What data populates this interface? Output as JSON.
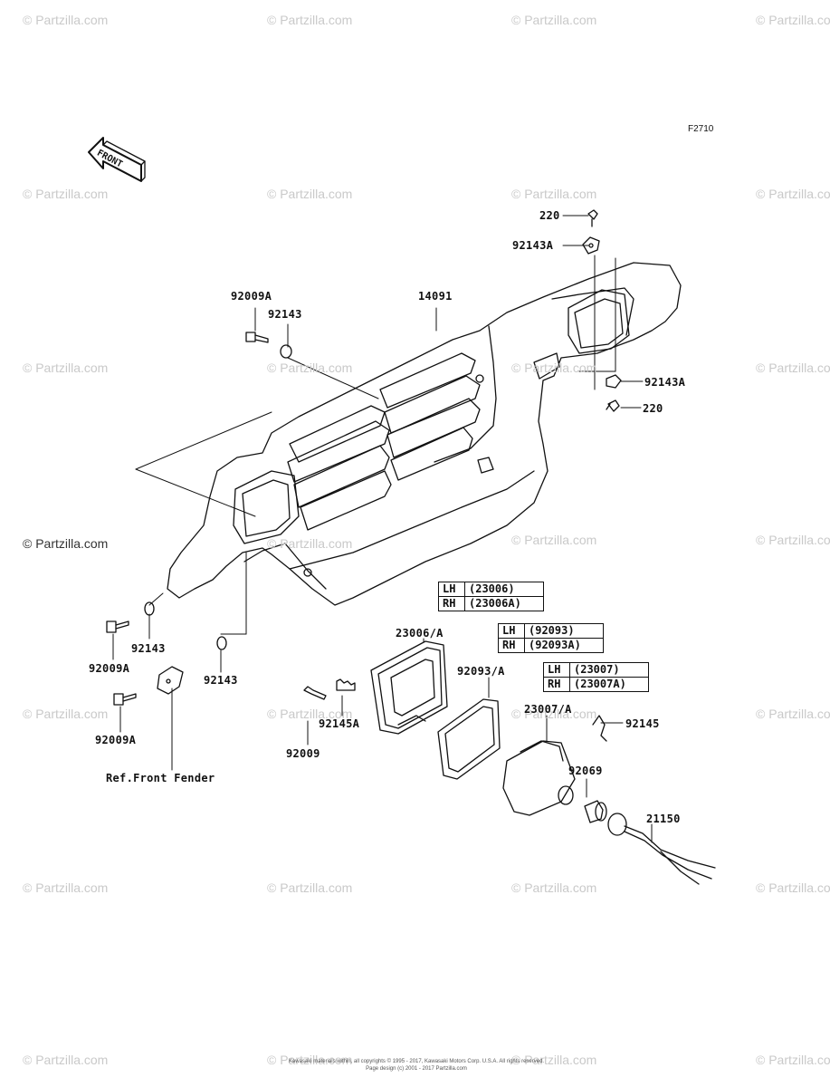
{
  "figure_code": "F2710",
  "watermark": "© Partzilla.com",
  "front_label": "FRONT",
  "part_labels": {
    "p220_top": "220",
    "p92143A_top": "92143A",
    "p92009A_upper": "92009A",
    "p92143_upper": "92143",
    "p14091": "14091",
    "p92143A_right": "92143A",
    "p220_right": "220",
    "p92009A_mid": "92009A",
    "p92143_left": "92143",
    "p92143_mid": "92143",
    "p92009A_lower": "92009A",
    "ref_front_fender": "Ref.Front Fender",
    "p23006A": "23006/A",
    "p92093A": "92093/A",
    "p92009": "92009",
    "p92145A": "92145A",
    "p23007A": "23007/A",
    "p92145": "92145",
    "p92069": "92069",
    "p21150": "21150"
  },
  "variant_tables": [
    {
      "rows": [
        {
          "side": "LH",
          "code": "(23006)"
        },
        {
          "side": "RH",
          "code": "(23006A)"
        }
      ]
    },
    {
      "rows": [
        {
          "side": "LH",
          "code": "(92093)"
        },
        {
          "side": "RH",
          "code": "(92093A)"
        }
      ]
    },
    {
      "rows": [
        {
          "side": "LH",
          "code": "(23007)"
        },
        {
          "side": "RH",
          "code": "(23007A)"
        }
      ]
    }
  ],
  "footer_line1": "Kawasaki materials within, all copyrights © 1995 - 2017, Kawasaki Motors Corp. U.S.A. All rights reserved.",
  "footer_line2": "Page design (c) 2001 - 2017 Partzilla.com"
}
